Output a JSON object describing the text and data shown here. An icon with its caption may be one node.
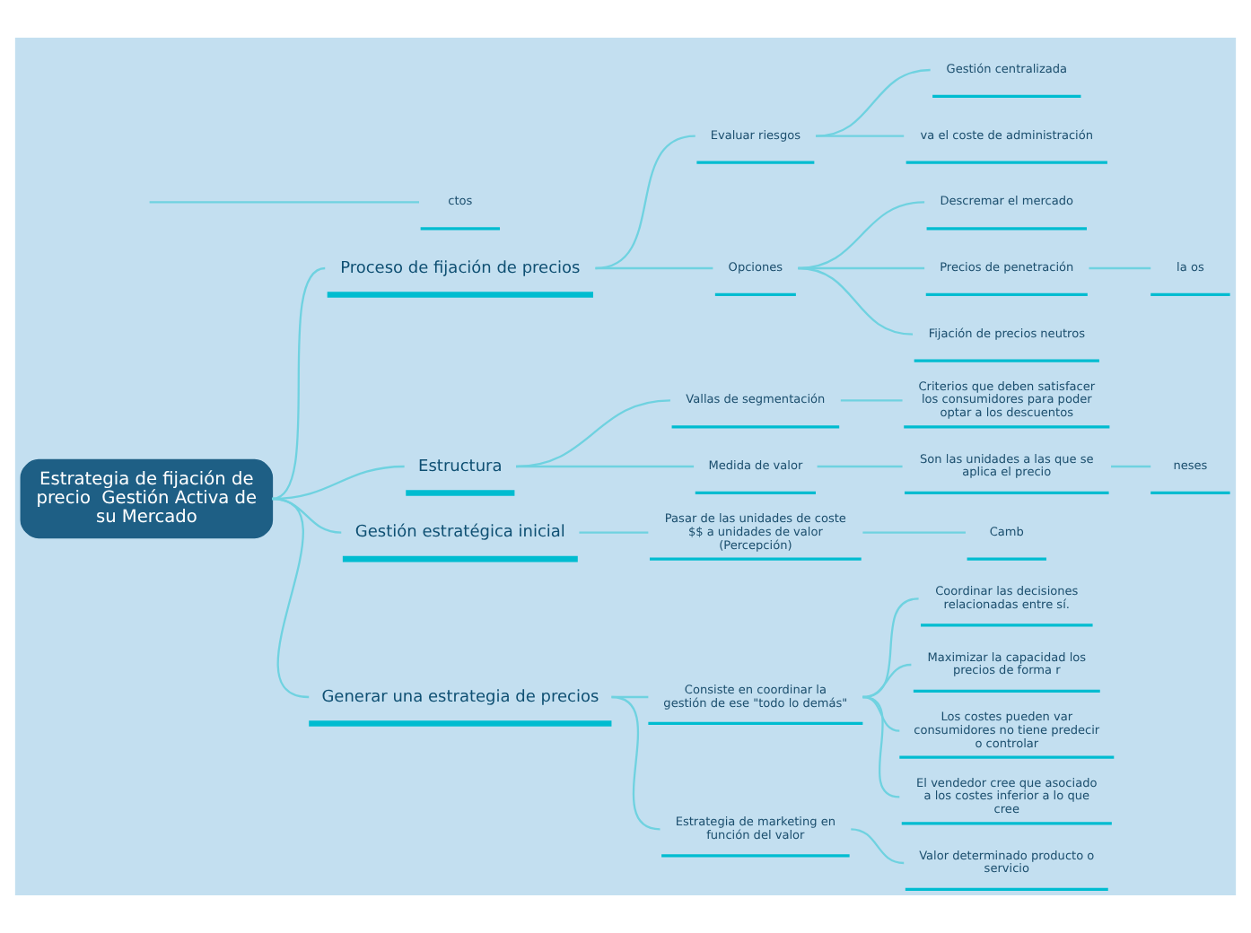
{
  "diagram": {
    "nodes": [
      {
        "text": [
          "Estrategia de fijación de precio  Gestión Activa de su Mercado"
        ]
      },
      {
        "text": [
          "Proceso de fijación de precios"
        ]
      },
      {
        "text": [
          "Evaluar riesgos"
        ]
      },
      {
        "text": [
          "Gestión centralizada"
        ]
      },
      {
        "text": [
          "va el coste de administración"
        ]
      },
      {
        "text": [
          "Opciones"
        ]
      },
      {
        "text": [
          "Descremar el mercado"
        ]
      },
      {
        "text": [
          "Precios de penetración"
        ]
      },
      {
        "text": [
          "la os"
        ]
      },
      {
        "text": [
          "Fijación de precios neutros"
        ]
      },
      {
        "text": [
          "ctos"
        ]
      },
      {
        "text": [
          "Estructura"
        ]
      },
      {
        "text": [
          "Vallas de segmentación"
        ]
      },
      {
        "text": [
          "Criterios que deben satisfacer los consumidores para poder optar a los descuentos"
        ]
      },
      {
        "text": [
          "Medida de valor"
        ]
      },
      {
        "text": [
          "Son las unidades a las que se aplica el precio"
        ]
      },
      {
        "text": [
          "neses"
        ]
      },
      {
        "text": [
          "Gestión estratégica inicial"
        ]
      },
      {
        "text": [
          "Pasar de las unidades de coste $$ a unidades de valor (Percepción)"
        ]
      },
      {
        "text": [
          "Camb"
        ]
      },
      {
        "text": [
          "Generar una estrategia de precios"
        ]
      },
      {
        "text": [
          "Consiste en coordinar la gestión de ese \"todo lo demás\""
        ]
      },
      {
        "text": [
          "Coordinar las decisiones relacionadas entre sí."
        ]
      },
      {
        "text": [
          "Maximizar la capacidad los precios de forma r"
        ]
      },
      {
        "text": [
          "Los costes pueden var consumidores no tiene predecir o controlar"
        ]
      },
      {
        "text": [
          "El vendedor cree que asociado a los costes inferior a lo que cree"
        ]
      },
      {
        "text": [
          "Estrategia de marketing en función del valor"
        ]
      },
      {
        "text": [
          "Valor determinado producto o servicio"
        ]
      }
    ],
    "edges": [
      {
        "from": 0,
        "to": 1,
        "arrow": "none"
      },
      {
        "from": 1,
        "to": 2,
        "arrow": "none"
      },
      {
        "from": 2,
        "to": 3,
        "arrow": "none"
      },
      {
        "from": 2,
        "to": 4,
        "arrow": "none"
      },
      {
        "from": 1,
        "to": 5,
        "arrow": "none"
      },
      {
        "from": 5,
        "to": 6,
        "arrow": "none"
      },
      {
        "from": 5,
        "to": 7,
        "arrow": "none"
      },
      {
        "from": 7,
        "to": 8,
        "arrow": "none"
      },
      {
        "from": 5,
        "to": 9,
        "arrow": "none"
      },
      {
        "from": null,
        "to": 10,
        "arrow": "none"
      },
      {
        "from": 0,
        "to": 11,
        "arrow": "none"
      },
      {
        "from": 11,
        "to": 12,
        "arrow": "none"
      },
      {
        "from": 12,
        "to": 13,
        "arrow": "none"
      },
      {
        "from": 11,
        "to": 14,
        "arrow": "none"
      },
      {
        "from": 14,
        "to": 15,
        "arrow": "none"
      },
      {
        "from": 15,
        "to": 16,
        "arrow": "none"
      },
      {
        "from": 0,
        "to": 17,
        "arrow": "none"
      },
      {
        "from": 17,
        "to": 18,
        "arrow": "none"
      },
      {
        "from": 18,
        "to": 19,
        "arrow": "none"
      },
      {
        "from": 0,
        "to": 20,
        "arrow": "none"
      },
      {
        "from": 20,
        "to": 21,
        "arrow": "none"
      },
      {
        "from": 21,
        "to": 22,
        "arrow": "none"
      },
      {
        "from": 21,
        "to": 23,
        "arrow": "none"
      },
      {
        "from": 21,
        "to": 24,
        "arrow": "none"
      },
      {
        "from": 21,
        "to": 25,
        "arrow": "none"
      },
      {
        "from": 20,
        "to": 26,
        "arrow": "none"
      },
      {
        "from": 26,
        "to": 27,
        "arrow": "none"
      }
    ]
  }
}
